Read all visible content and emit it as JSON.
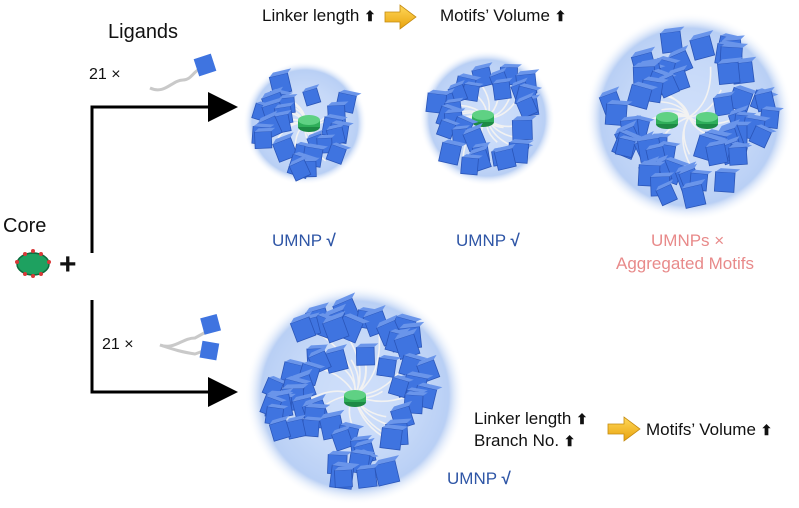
{
  "header": {
    "linker_length": "Linker length",
    "motifs_volume": "Motifs’ Volume",
    "up_glyph": "⬆"
  },
  "left": {
    "ligands_title": "Ligands",
    "mult_top": "21 ×",
    "mult_bottom": "21 ×",
    "core_label": "Core",
    "plus": "+"
  },
  "labels": {
    "umnp1": "UMNP",
    "umnp2": "UMNP",
    "check": "√",
    "umnps_agg_1": "UMNPs ×",
    "umnps_agg_2": "Aggregated Motifs",
    "umnp_bottom": "UMNP"
  },
  "bottom": {
    "linker_length": "Linker length",
    "branch_no": "Branch No.",
    "motifs_volume": "Motifs’ Volume",
    "up_glyph": "⬆"
  },
  "colors": {
    "cube": "#3f74e0",
    "cube_dark": "#2a55b8",
    "halo": "#bcd2f5",
    "core_disk": "#2fae5a",
    "umnp_text": "#2f56a6",
    "agg_text": "#e88a8a",
    "arrow": "#f2b820"
  }
}
